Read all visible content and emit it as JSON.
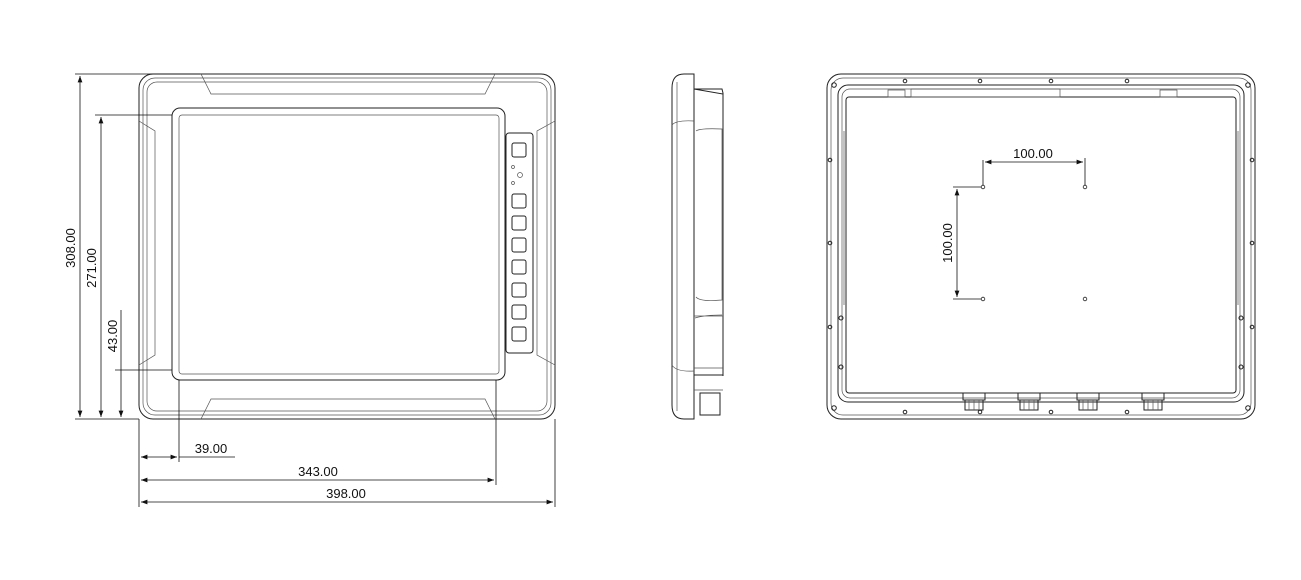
{
  "front_view": {
    "dimensions": {
      "overall_height": "308.00",
      "display_height": "271.00",
      "bottom_offset": "43.00",
      "left_offset": "39.00",
      "display_width": "343.00",
      "overall_width": "398.00"
    },
    "button_count": 8
  },
  "rear_view": {
    "dimensions": {
      "vesa_horizontal": "100.00",
      "vesa_vertical": "100.00"
    },
    "connector_count": 4
  }
}
